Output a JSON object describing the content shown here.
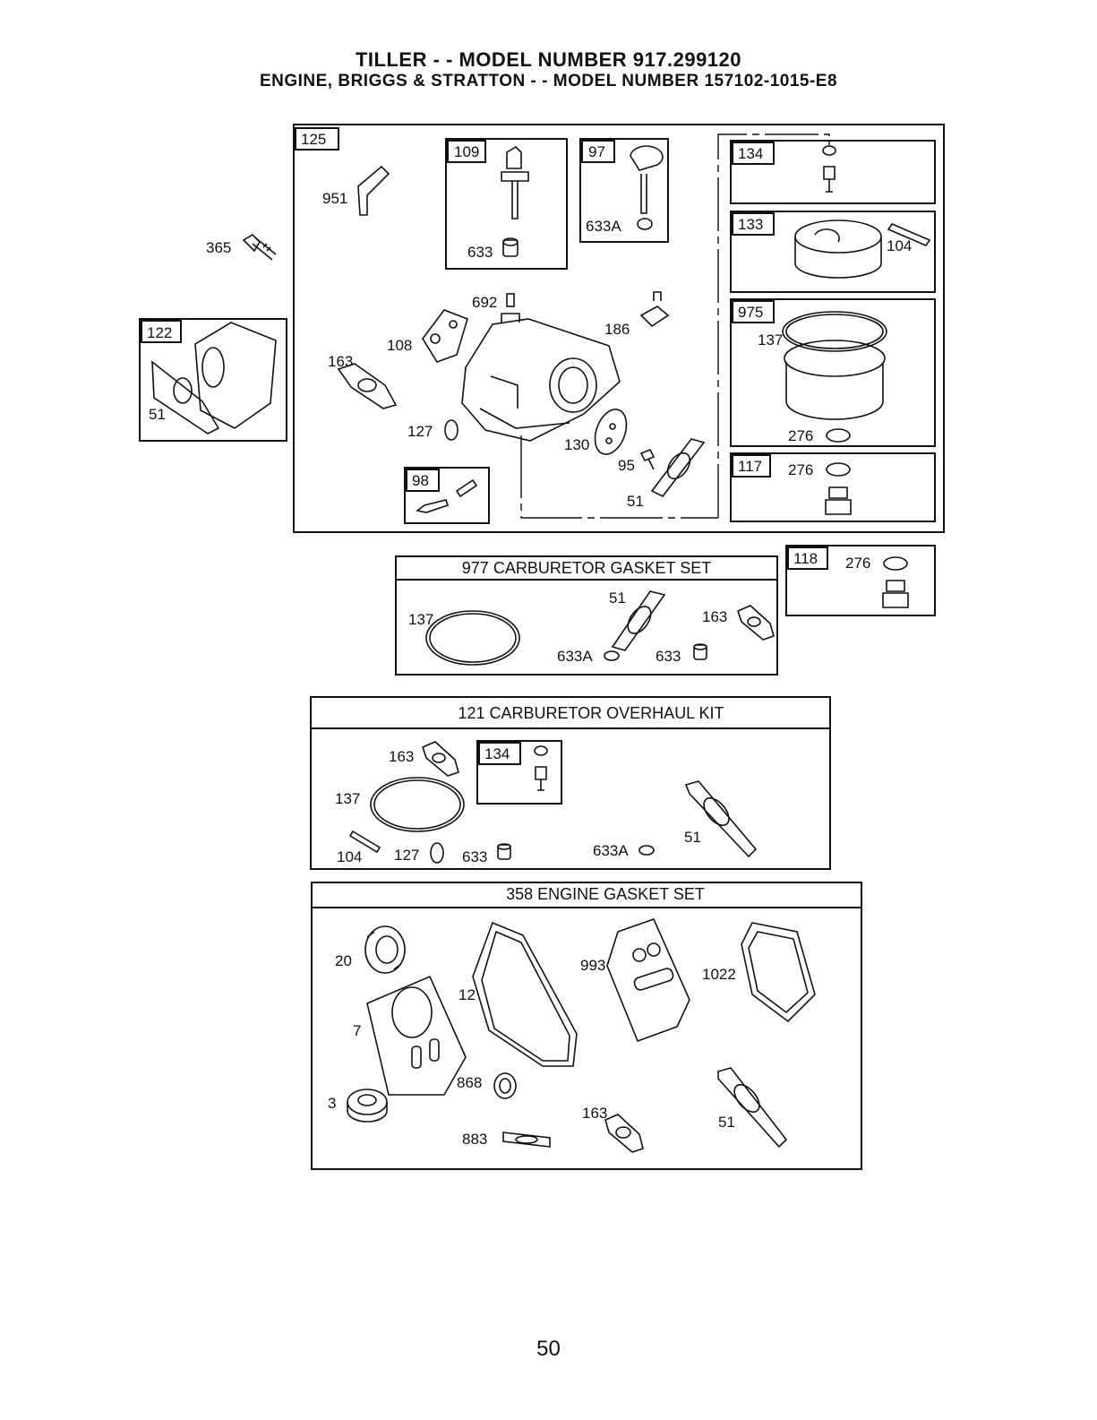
{
  "header": {
    "title": "TILLER - - MODEL NUMBER 917.299120",
    "subtitle": "ENGINE, BRIGGS & STRATTON - - MODEL NUMBER 157102-1015-E8"
  },
  "main_assembly": {
    "box_label": "125",
    "labels": {
      "p951": "951",
      "p633": "633",
      "p633a": "633A",
      "p692": "692",
      "p186": "186",
      "p108": "108",
      "p163": "163",
      "p127": "127",
      "p130": "130",
      "p95": "95",
      "p51": "51"
    },
    "sub_109": "109",
    "sub_97": "97",
    "sub_98": "98"
  },
  "loose_part": {
    "p365": "365"
  },
  "box_122": {
    "label": "122",
    "p51": "51"
  },
  "right_column": {
    "b134": "134",
    "b133": "133",
    "p104": "104",
    "b975": "975",
    "p137": "137",
    "p276a": "276",
    "b117": "117",
    "p276b": "276"
  },
  "box_118": {
    "label": "118",
    "p276": "276"
  },
  "gasket_set_977": {
    "title": "977 CARBURETOR  GASKET SET",
    "p51": "51",
    "p137": "137",
    "p163": "163",
    "p633a": "633A",
    "p633": "633"
  },
  "overhaul_kit_121": {
    "title": "121 CARBURETOR OVERHAUL KIT",
    "p163": "163",
    "b134": "134",
    "p137": "137",
    "p104": "104",
    "p127": "127",
    "p633": "633",
    "p633a": "633A",
    "p51": "51"
  },
  "engine_gasket_358": {
    "title": "358 ENGINE GASKET SET",
    "p20": "20",
    "p12": "12",
    "p993": "993",
    "p1022": "1022",
    "p7": "7",
    "p868": "868",
    "p3": "3",
    "p163": "163",
    "p51": "51",
    "p883": "883"
  },
  "page_number": "50"
}
